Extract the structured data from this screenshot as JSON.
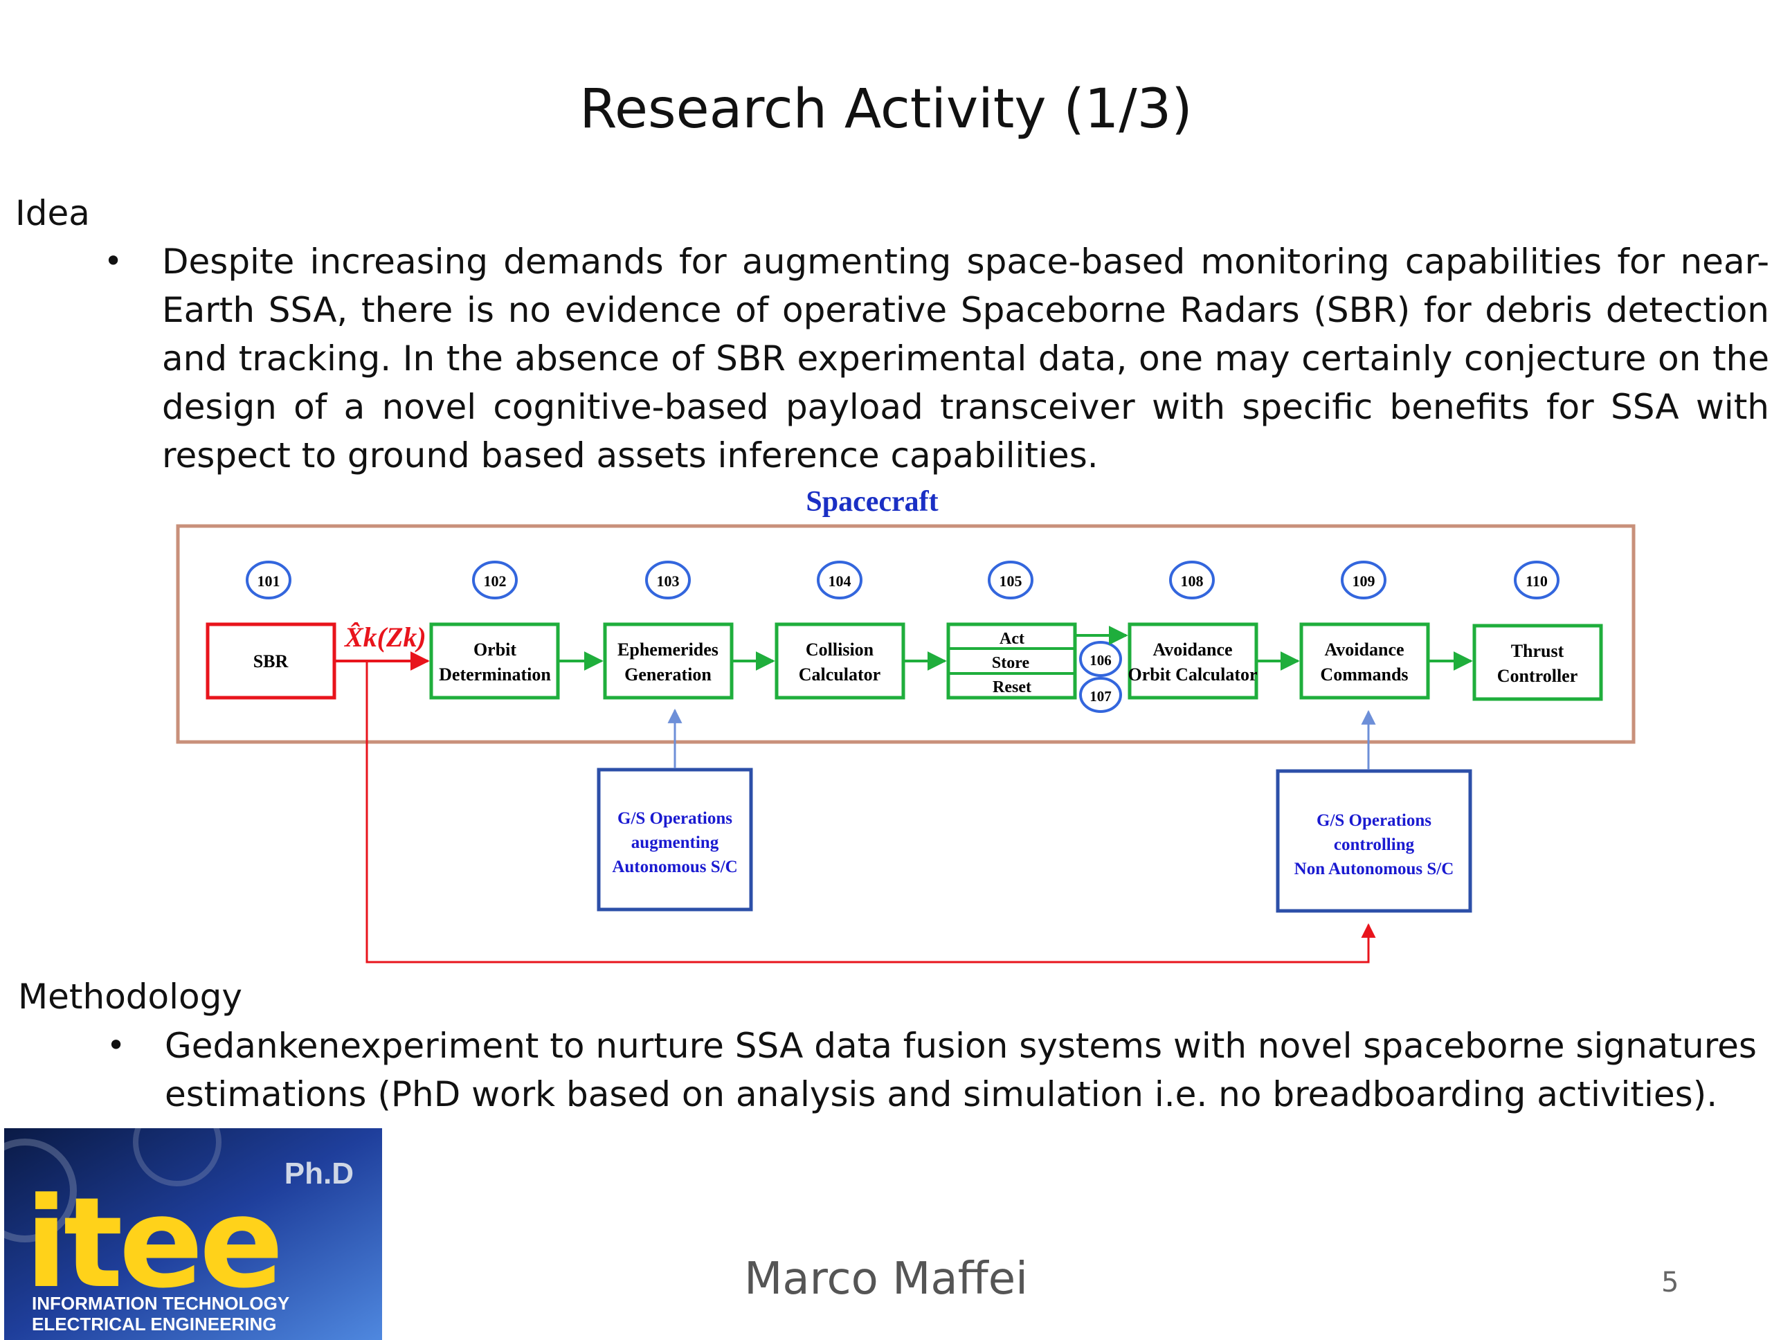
{
  "slide": {
    "title": "Research Activity (1/3)",
    "idea_heading": "Idea",
    "idea_text": "Despite increasing demands for augmenting space-based monitoring capabilities for near-Earth SSA, there is no evidence of operative Spaceborne Radars (SBR) for debris detection and tracking. In the absence of SBR experimental data, one may certainly conjecture on the design of a novel cognitive-based payload transceiver with specific benefits for SSA with respect to ground based assets inference capabilities.",
    "methodology_heading": "Methodology",
    "methodology_text": "Gedankenexperiment to nurture SSA data fusion systems with novel spaceborne signatures estimations (PhD work based on analysis and simulation i.e. no breadboarding activities).",
    "author": "Marco Maffei",
    "page_number": "5"
  },
  "diagram": {
    "container_label": "Spacecraft",
    "signal_label": "X̂k(Zk)",
    "node_ids": [
      "101",
      "102",
      "103",
      "104",
      "105",
      "108",
      "109",
      "110"
    ],
    "side_ids": [
      "106",
      "107"
    ],
    "blocks": {
      "sbr": "SBR",
      "orbit": [
        "Orbit",
        "Determination"
      ],
      "ephemerides": [
        "Ephemerides",
        "Generation"
      ],
      "collision": [
        "Collision",
        "Calculator"
      ],
      "act_store_reset": [
        "Act",
        "Store",
        "Reset"
      ],
      "avoidance_orbit": [
        "Avoidance",
        "Orbit Calculator"
      ],
      "avoidance_cmds": [
        "Avoidance",
        "Commands"
      ],
      "thrust": [
        "Thrust",
        "Controller"
      ]
    },
    "ground_boxes": {
      "augmenting": [
        "G/S Operations",
        "augmenting",
        "Autonomous S/C"
      ],
      "controlling": [
        "G/S Operations",
        "controlling",
        "Non Autonomous S/C"
      ]
    },
    "colors": {
      "sbr": "#e8141c",
      "block": "#1fae3c",
      "node": "#3366dd",
      "ground": "#2c4fa8",
      "ground_text": "#1a1ad0",
      "container": "#c8907a",
      "label": "#1a2fc4",
      "feedback": "#e8141c",
      "uplink": "#6d8fd8"
    }
  },
  "logo": {
    "main_text": "itee",
    "badge": "Ph.D",
    "line1": "INFORMATION TECHNOLOGY",
    "line2": "ELECTRICAL ENGINEERING"
  }
}
